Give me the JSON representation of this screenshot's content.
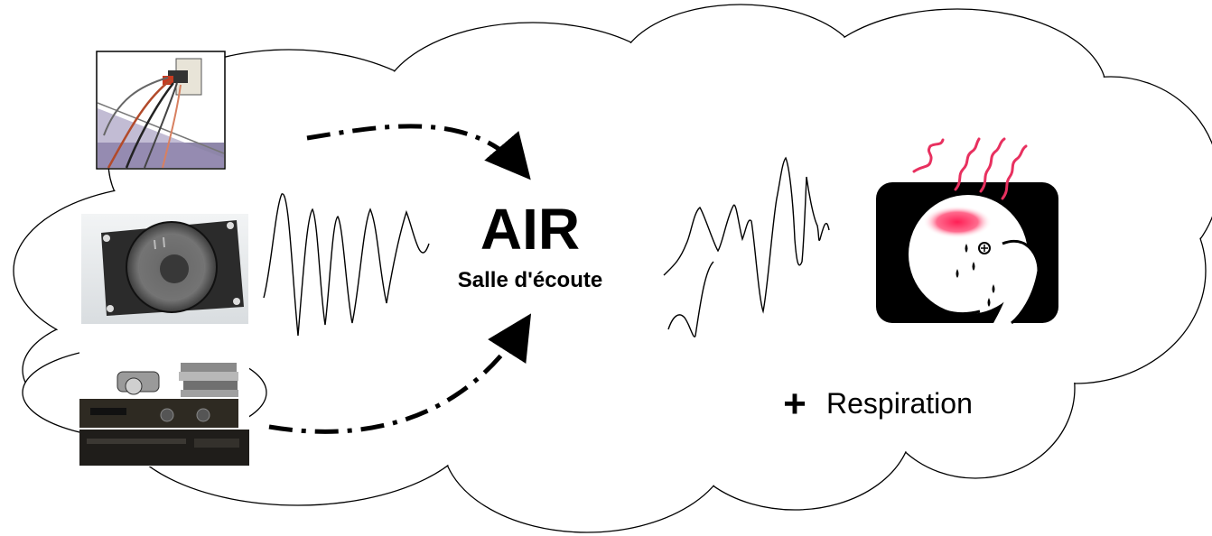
{
  "diagram": {
    "center": {
      "title": "AIR",
      "subtitle": "Salle d'écoute"
    },
    "annotation": {
      "symbol": "+",
      "label": "Respiration"
    },
    "images": [
      {
        "name": "wall-outlet-cables",
        "icon": "power-outlet-with-cables"
      },
      {
        "name": "loudspeaker",
        "icon": "square-speaker-driver"
      },
      {
        "name": "hifi-equipment",
        "icon": "amplifier-cd-stack"
      },
      {
        "name": "headache-listener",
        "icon": "person-with-headache"
      }
    ],
    "colors": {
      "line": "#000000",
      "pain_lines": "#e8305f",
      "pain_spot": "#ff3366",
      "frame_dark": "#000000"
    }
  }
}
